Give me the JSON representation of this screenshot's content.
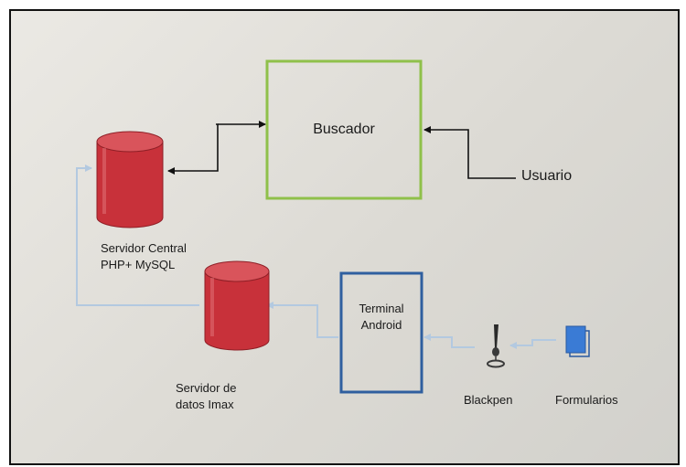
{
  "colors": {
    "database": "#c8313a",
    "search_box_border": "#8fc04a",
    "terminal_border": "#2f5f9f",
    "arrow_black": "#111111",
    "arrow_light_blue": "#b3c9e0",
    "form_icon": "#3a7bd5"
  },
  "nodes": {
    "buscador": {
      "label": "Buscador"
    },
    "usuario": {
      "label": "Usuario"
    },
    "central_server": {
      "line1": "Servidor  Central",
      "line2": "PHP+ MySQL",
      "icon": "database-icon"
    },
    "imax_server": {
      "line1": "Servidor  de",
      "line2": "datos Imax",
      "icon": "database-icon"
    },
    "terminal": {
      "line1": "Terminal",
      "line2": "Android"
    },
    "blackpen": {
      "label": "Blackpen",
      "icon": "digital-pen-icon"
    },
    "formularios": {
      "label": "Formularios",
      "icon": "form-document-icon"
    }
  }
}
